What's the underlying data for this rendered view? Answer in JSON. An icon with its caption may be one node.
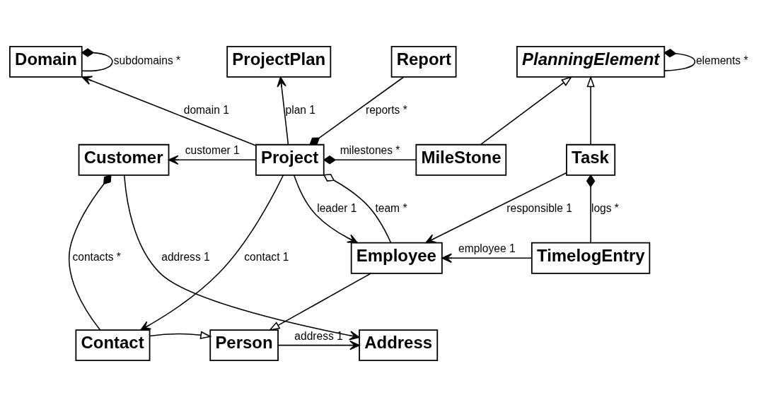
{
  "diagram": {
    "nodes": [
      {
        "text": [
          "Domain"
        ]
      },
      {
        "text": [
          "ProjectPlan"
        ]
      },
      {
        "text": [
          "Report"
        ]
      },
      {
        "text": [
          "PlanningElement"
        ]
      },
      {
        "text": [
          "Customer"
        ]
      },
      {
        "text": [
          "Project"
        ]
      },
      {
        "text": [
          "MileStone"
        ]
      },
      {
        "text": [
          "Task"
        ]
      },
      {
        "text": [
          "Employee"
        ]
      },
      {
        "text": [
          "TimelogEntry"
        ]
      },
      {
        "text": [
          "Contact"
        ]
      },
      {
        "text": [
          "Person"
        ]
      },
      {
        "text": [
          "Address"
        ]
      }
    ],
    "edges": [
      {
        "from": 0,
        "to": 0,
        "arrow": "other",
        "label": "subdomains *"
      },
      {
        "from": 3,
        "to": 3,
        "arrow": "other",
        "label": "elements *"
      },
      {
        "from": 5,
        "to": 0,
        "arrow": "to",
        "label": "domain 1"
      },
      {
        "from": 5,
        "to": 1,
        "arrow": "to",
        "label": "plan 1"
      },
      {
        "from": 5,
        "to": 2,
        "arrow": "other",
        "label": "reports *"
      },
      {
        "from": 5,
        "to": 4,
        "arrow": "to",
        "label": "customer 1"
      },
      {
        "from": 5,
        "to": 6,
        "arrow": "other",
        "label": "milestones *"
      },
      {
        "from": 6,
        "to": 3,
        "arrow": "to"
      },
      {
        "from": 7,
        "to": 3,
        "arrow": "to"
      },
      {
        "from": 5,
        "to": 10,
        "arrow": "to",
        "label": "contact 1"
      },
      {
        "from": 5,
        "to": 8,
        "arrow": "other",
        "label": "team *"
      },
      {
        "from": 5,
        "to": 8,
        "arrow": "to",
        "label": "leader 1"
      },
      {
        "from": 7,
        "to": 8,
        "arrow": "to",
        "label": "responsible 1"
      },
      {
        "from": 7,
        "to": 9,
        "arrow": "other",
        "label": "logs *"
      },
      {
        "from": 9,
        "to": 8,
        "arrow": "to",
        "label": "employee 1"
      },
      {
        "from": 4,
        "to": 10,
        "arrow": "other",
        "label": "contacts *"
      },
      {
        "from": 4,
        "to": 12,
        "arrow": "to",
        "label": "address 1"
      },
      {
        "from": 8,
        "to": 11,
        "arrow": "to"
      },
      {
        "from": 10,
        "to": 11,
        "arrow": "to"
      },
      {
        "from": 11,
        "to": 12,
        "arrow": "to",
        "label": "address 1"
      }
    ]
  }
}
